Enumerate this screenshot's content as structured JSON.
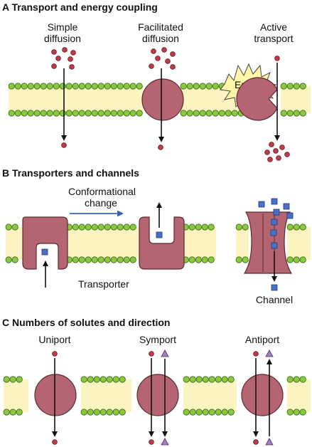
{
  "panels": {
    "a": {
      "title": "A  Transport  and energy coupling",
      "simple": [
        "Simple",
        "diffusion"
      ],
      "facilitated": [
        "Facilitated",
        "diffusion"
      ],
      "active": [
        "Active",
        "transport"
      ],
      "energy": "Energy"
    },
    "b": {
      "title": "B  Transporters and channels",
      "conformational": [
        "Conformational",
        "change"
      ],
      "transporter": "Transporter",
      "channel": "Channel"
    },
    "c": {
      "title": "C  Numbers of solutes and direction",
      "uniport": "Uniport",
      "symport": "Symport",
      "antiport": "Antiport"
    }
  },
  "colors": {
    "lipid_head": "#8dc63f",
    "lipid_head_stroke": "#2f6b16",
    "bilayer_fill": "#fbf3c0",
    "protein": "#b46571",
    "protein_stroke": "#5a2a30",
    "solute_dot": "#c0394b",
    "solute_square": "#4a6fc7",
    "solute_triangle": "#a77fbf",
    "energy_burst": "#fff6a8",
    "arrow_blue": "#3a63c9"
  }
}
